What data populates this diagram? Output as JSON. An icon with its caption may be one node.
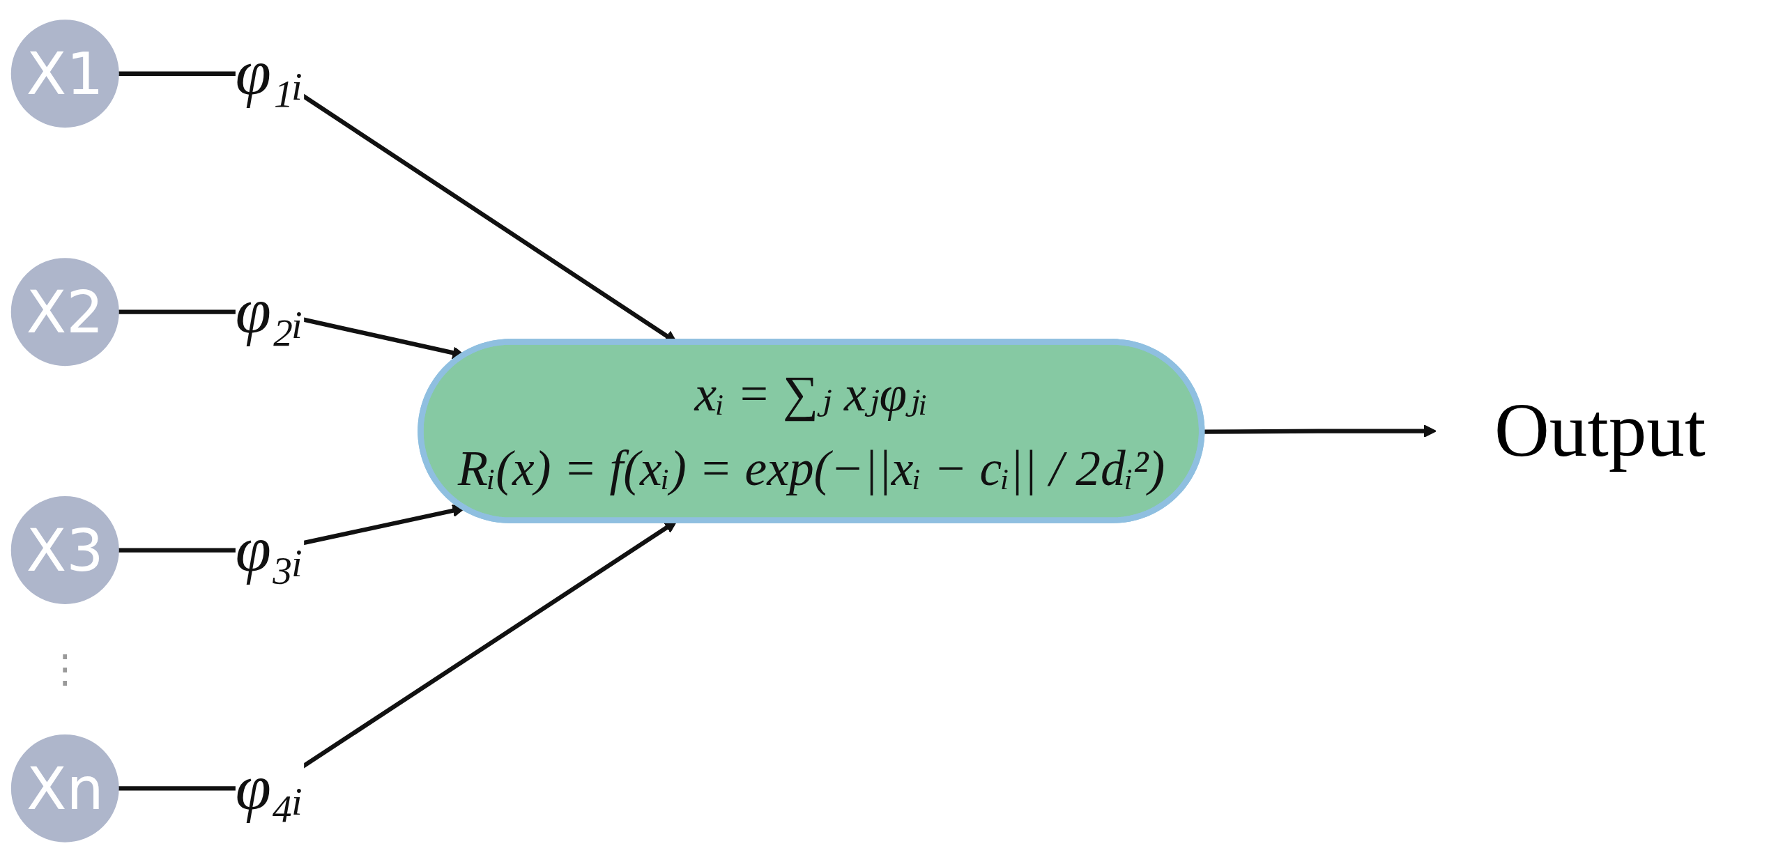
{
  "diagram": {
    "nodes": [
      {
        "text": [
          "X1"
        ]
      },
      {
        "text": [
          "X2"
        ]
      },
      {
        "text": [
          "X3"
        ]
      },
      {
        "text": [
          "Xn"
        ]
      },
      {
        "text": [
          "xᵢ = ∑ⱼ xⱼφⱼᵢ",
          "Rᵢ(x) = f(xᵢ) = exp(−||xᵢ − cᵢ|| / 2dᵢ²)"
        ]
      },
      {
        "text": [
          "Output"
        ]
      }
    ],
    "edges": [
      {
        "from": 0,
        "to": 4,
        "arrow": "to",
        "label": "φ₁ᵢ"
      },
      {
        "from": 1,
        "to": 4,
        "arrow": "to",
        "label": "φ₂ᵢ"
      },
      {
        "from": 2,
        "to": 4,
        "arrow": "to",
        "label": "φ₃ᵢ"
      },
      {
        "from": 3,
        "to": 4,
        "arrow": "to",
        "label": "φ₄ᵢ"
      },
      {
        "from": 4,
        "to": 5,
        "arrow": "to"
      }
    ],
    "labels": [
      "⋮"
    ]
  }
}
